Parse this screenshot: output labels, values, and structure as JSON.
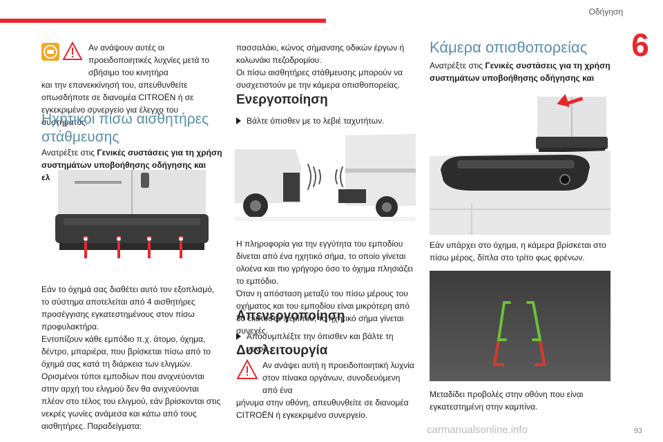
{
  "header": {
    "section_title": "Οδήγηση",
    "chapter": "6"
  },
  "col1": {
    "warning_text_indent": "Αν ανάψουν αυτές οι προειδοποιητικές λυχνίες μετά το σβήσιμο του κινητήρα",
    "warning_text_full": "και την επανεκκίνησή του, απευθυνθείτε οπωσδήποτε σε διανομέα CITROËN ή σε εγκεκριμένο συνεργείο για έλεγχο του συστήματος.",
    "heading": "Ηχητικοί πίσω αισθητήρες στάθμευσης",
    "refer_prefix": "Ανατρέξτε στις ",
    "refer_bold": "Γενικές συστάσεις για τη χρήση συστημάτων υποβοήθησης οδήγησης και ελιγμών",
    "refer_suffix": ".",
    "paragraph1": "Εάν το όχημά σας διαθέτει αυτό τον εξοπλισμό, το σύστημα αποτελείται από 4 αισθητήρες προσέγγισης εγκατεστημένους στον πίσω προφυλακτήρα.",
    "paragraph2": "Εντοπίζουν κάθε εμπόδιο π.χ. άτομο, όχημα, δέντρο, μπαριέρα, που βρίσκεται πίσω από το όχημά σας κατά τη διάρκεια των ελιγμών.",
    "paragraph3": "Ορισμένοι τύποι εμποδίων που ανιχνεύονται στην αρχή του ελιγμού δεν θα ανιχνεύονται πλέον στο τέλος του ελιγμού, εάν βρίσκονται στις νεκρές γωνίες ανάμεσα και κάτω από τους αισθητήρες. Παραδείγματα:"
  },
  "col2": {
    "continuation": "πασσαλάκι, κώνος σήμανσης οδικών έργων ή κολωνάκι πεζοδρομίου.",
    "continuation2": "Οι πίσω αισθητήρες στάθμευσης μπορούν να συσχετιστούν με την κάμερα οπισθοπορείας.",
    "activation_heading": "Ενεργοποίηση",
    "activation_bullet": "Βάλτε όπισθεν με το λεβιέ ταχυτήτων.",
    "para_a": "Η πληροφορία για την εγγύτητα του εμποδίου δίνεται από ένα ηχητικό σήμα, το οποίο γίνεται ολοένα και πιο γρήγορο όσο το όχημα πλησιάζει το εμπόδιο.",
    "para_b": "Όταν η απόσταση μεταξύ του πίσω μέρους του οχήματος και του εμποδίου είναι μικρότερη από 30 εκατοστά περίπου, το ηχητικό σήμα γίνεται συνεχές.",
    "deactivation_heading": "Απενεργοποίηση",
    "deactivation_bullet": "Αποσυμπλέξτε την όπισθεν και βάλτε τη νεκρά.",
    "malfunction_heading": "Δυσλειτουργία",
    "malfunction_indent": "Αν ανάψει αυτή η προειδοποιητική λυχνία στον πίνακα οργάνων, συνοδευόμενη από ένα",
    "malfunction_full": "μήνυμα στην οθόνη, απευθυνθείτε σε διανομέα CITROËN ή εγκεκριμένο συνεργείο."
  },
  "col3": {
    "heading": "Κάμερα οπισθοπορείας",
    "refer_prefix": "Ανατρέξτε στις ",
    "refer_bold": "Γενικές συστάσεις για τη χρήση συστημάτων υποβοήθησης οδήγησης και ελιγμών",
    "refer_suffix": ".",
    "camera_location": "Εάν υπάρχει στο όχημα, η κάμερα βρίσκεται στο πίσω μέρος, δίπλα στο τρίτο φως φρένων.",
    "projection_text": "Μεταδίδει προβολές στην οθόνη που είναι εγκατεστημένη στην καμπίνα."
  },
  "footer": {
    "page_number": "93",
    "watermark": "carmanualsonline.info"
  },
  "colors": {
    "accent": "#e8262d",
    "heading_blue": "#5b8fa8",
    "guide_green": "#6fbf3a",
    "guide_red": "#d93a2b"
  },
  "icons": [
    "parking-sensor-warning-icon",
    "warning-triangle-icon",
    "red-arrow-icon",
    "sound-wave-icon"
  ]
}
